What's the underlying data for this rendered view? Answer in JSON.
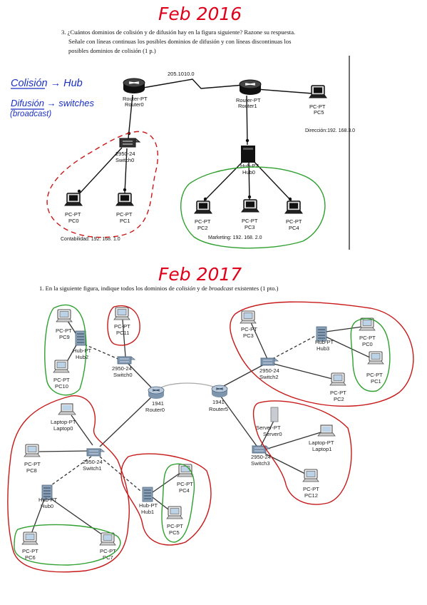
{
  "headings": {
    "top": "Feb 2016",
    "bottom": "Feb 2017"
  },
  "notes": {
    "collision": "Colisión → Hub",
    "broadcast": "Difusión → switches",
    "broadcast_paren": "(broadcast)"
  },
  "q3": {
    "line1": "3.  ¿Cuántos dominios de colisión y de difusión hay en la figura siguiente? Razone su respuesta.",
    "line2": "Señale con líneas continuas los  posibles dominios de difusión y con líneas discontinuas los",
    "line3": "posibles dominios de colisión (1 p.)"
  },
  "q1": {
    "line1a": "1.   En la siguiente figura, indique todos los dominios de ",
    "italic1": "colisión",
    "line1b": " y de ",
    "italic2": "broadcast",
    "line1c": " existentes (1 pto.)"
  },
  "fig1": {
    "wan_link": "205.1010.0",
    "router0": [
      "Router-PT",
      "Router0"
    ],
    "router1": [
      "Router-PT",
      "Router1"
    ],
    "pc5": [
      "PC-PT",
      "PC5"
    ],
    "switch0": [
      "2950-24",
      "Switch0"
    ],
    "hub0": [
      "Hub-PT",
      "Hub0"
    ],
    "pc0": [
      "PC-PT",
      "PC0"
    ],
    "pc1": [
      "PC-PT",
      "PC1"
    ],
    "pc2": [
      "PC-PT",
      "PC2"
    ],
    "pc3": [
      "PC-PT",
      "PC3"
    ],
    "pc4": [
      "PC-PT",
      "PC4"
    ],
    "direccion": "Dirección:192. 168.3.0",
    "contabilidad": "Contabilidad: 192. 168. 1.0",
    "marketing": "Marketing: 192. 168. 2.0"
  },
  "fig2": {
    "pc9": [
      "PC-PT",
      "PC9"
    ],
    "pc11": [
      "PC-PT",
      "PC11"
    ],
    "pc10": [
      "PC-PT",
      "PC10"
    ],
    "hub2": [
      "Hub-PT",
      "Hub2"
    ],
    "switch0": [
      "2950-24",
      "Switch0"
    ],
    "router0": [
      "1941",
      "Router0"
    ],
    "router5": [
      "1941",
      "Router5"
    ],
    "pc3": [
      "PC-PT",
      "PC3"
    ],
    "hub3": [
      "Hub-PT",
      "Hub3"
    ],
    "pc0": [
      "PC-PT",
      "PC0"
    ],
    "pc1": [
      "PC-PT",
      "PC1"
    ],
    "switch2": [
      "2950-24",
      "Switch2"
    ],
    "pc2": [
      "PC-PT",
      "PC2"
    ],
    "laptop0": [
      "Laptop-PT",
      "Laptop0"
    ],
    "pc8": [
      "PC-PT",
      "PC8"
    ],
    "switch1": [
      "2950-24",
      "Switch1"
    ],
    "hub0": [
      "Hub-PT",
      "Hub0"
    ],
    "pc6": [
      "PC-PT",
      "PC6"
    ],
    "pc7": [
      "PC-PT",
      "PC7"
    ],
    "hub1": [
      "Hub-PT",
      "Hub1"
    ],
    "pc4": [
      "PC-PT",
      "PC4"
    ],
    "pc5": [
      "PC-PT",
      "PC5"
    ],
    "server0": [
      "Server-PT",
      "Server0"
    ],
    "laptop1": [
      "Laptop-PT",
      "Laptop1"
    ],
    "switch3": [
      "2950-24",
      "Switch3"
    ],
    "pc12": [
      "PC-PT",
      "PC12"
    ]
  },
  "colors": {
    "heading": "#e0001a",
    "note": "#1a2fc4",
    "collision": "#2fa02f",
    "broadcast": "#c81818",
    "ink": "#111111"
  }
}
